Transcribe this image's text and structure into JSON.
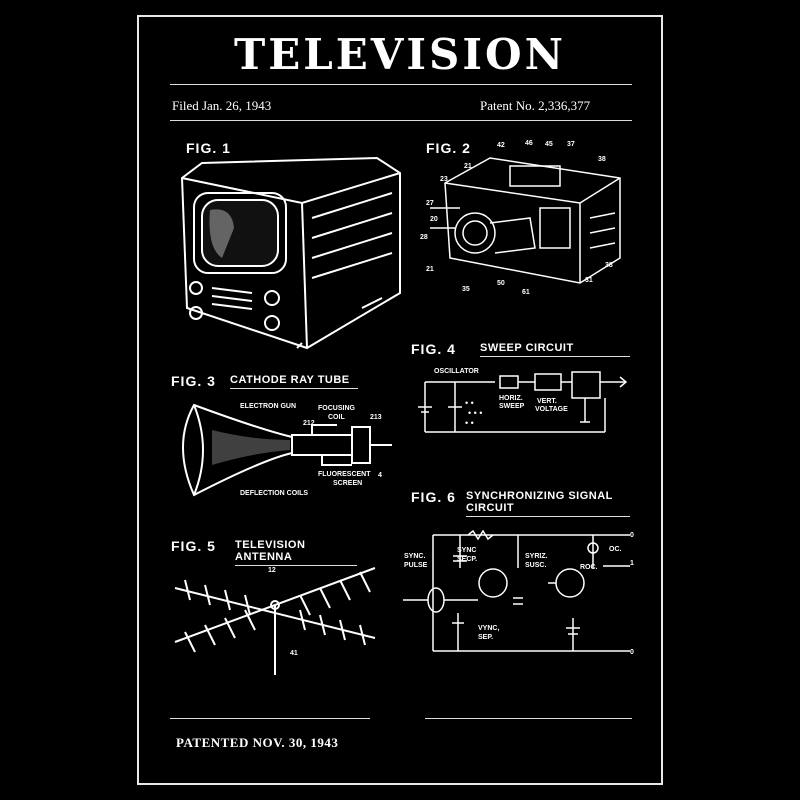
{
  "title": "TELEVISION",
  "filed": "Filed Jan. 26, 1943",
  "patent_no": "Patent No. 2,336,377",
  "figures": {
    "fig1": {
      "label": "FIG. 1"
    },
    "fig2": {
      "label": "FIG. 2",
      "refs": [
        "21",
        "42",
        "46",
        "45",
        "37",
        "38",
        "23",
        "27",
        "20",
        "28",
        "21",
        "35",
        "50",
        "61",
        "31",
        "38"
      ]
    },
    "fig3": {
      "label": "FIG. 3",
      "caption": "CATHODE RAY TUBE",
      "electron_gun": "ELECTRON GUN",
      "focusing": "FOCUSING",
      "coil": "COIL",
      "ref212": "212",
      "ref213": "213",
      "fluorescent": "FLUORESCENT",
      "screen": "SCREEN",
      "ref4": "4",
      "deflection": "DEFLECTION COILS"
    },
    "fig4": {
      "label": "FIG. 4",
      "caption": "SWEEP CIRCUIT",
      "oscillator": "OSCILLATOR",
      "horiz": "HORIZ.",
      "sweep": "SWEEP",
      "vert": "VERT.",
      "voltage": "VOLTAGE"
    },
    "fig5": {
      "label": "FIG. 5",
      "caption": "TELEVISION ANTENNA",
      "ref12": "12",
      "ref41": "41"
    },
    "fig6": {
      "label": "FIG. 6",
      "caption": "SYNCHRONIZING SIGNAL CIRCUIT",
      "sync_pulse_1": "SYNC.",
      "sync_pulse_2": "PULSE",
      "sync_sep_1": "SYNC",
      "sync_sep_2": "SECP.",
      "syriz_1": "SYRIZ.",
      "syriz_2": "SUSC.",
      "osc": "OC.",
      "roc": "ROC.",
      "vync_1": "VYNC,",
      "vync_2": "SEP.",
      "r0a": "0",
      "r1": "1",
      "r0b": "0"
    }
  },
  "footer": "PATENTED NOV. 30, 1943"
}
